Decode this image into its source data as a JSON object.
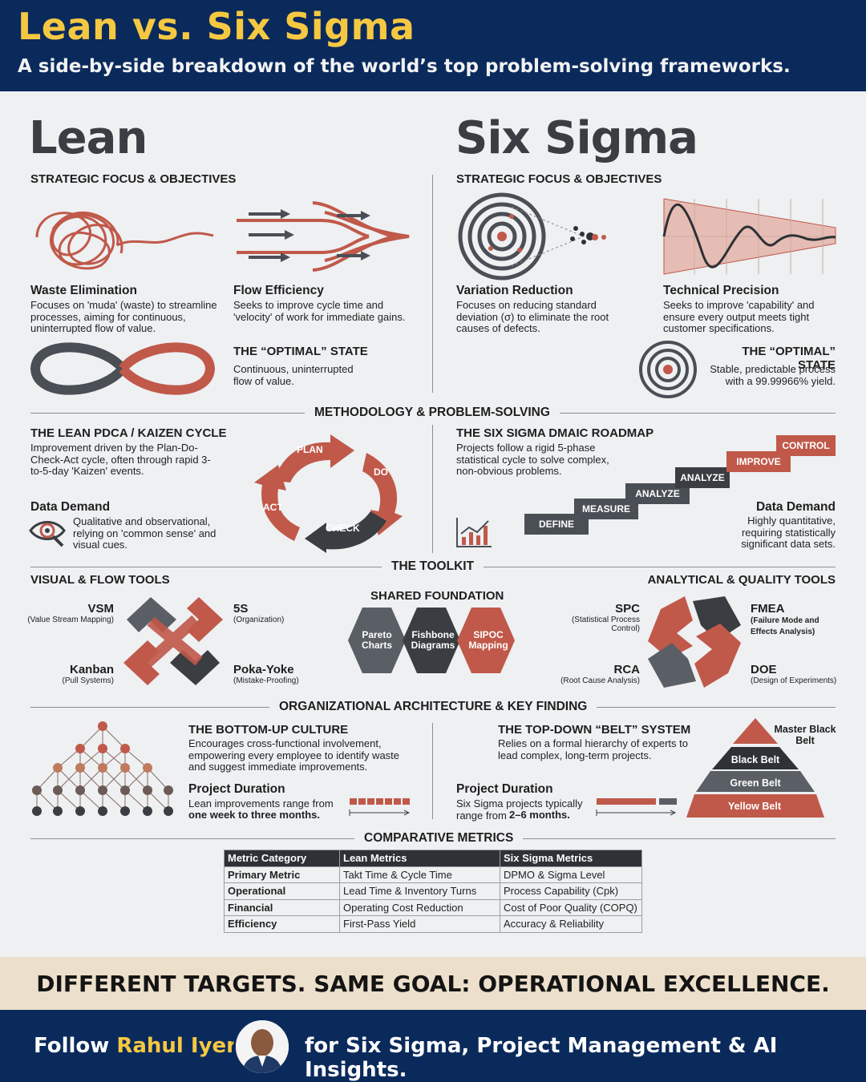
{
  "header": {
    "title": "Lean vs. Six Sigma",
    "subtitle": "A side-by-side breakdown of the world’s top problem-solving frameworks."
  },
  "lean": {
    "title": "Lean",
    "focus_heading": "STRATEGIC FOCUS & OBJECTIVES",
    "waste": {
      "title": "Waste Elimination",
      "text": "Focuses on 'muda' (waste) to streamline processes, aiming for continuous, uninterrupted flow of value."
    },
    "flow": {
      "title": "Flow Efficiency",
      "text": "Seeks to improve cycle time and 'velocity' of work for immediate gains."
    },
    "optimal": {
      "title": "THE “OPTIMAL” STATE",
      "text": "Continuous, uninterrupted flow of value."
    }
  },
  "sigma": {
    "title": "Six Sigma",
    "focus_heading": "STRATEGIC FOCUS & OBJECTIVES",
    "variation": {
      "title": "Variation Reduction",
      "text": "Focuses on reducing standard deviation (σ) to eliminate the root causes of defects."
    },
    "precision": {
      "title": "Technical Precision",
      "text": "Seeks to improve 'capability' and ensure every output meets tight customer specifications."
    },
    "optimal": {
      "title": "THE “OPTIMAL” STATE",
      "text": "Stable, predictable process with a 99.99966% yield."
    }
  },
  "methodology": {
    "heading": "METHODOLOGY & PROBLEM-SOLVING",
    "pdca": {
      "title": "THE LEAN PDCA / KAIZEN CYCLE",
      "text": "Improvement driven by the Plan-Do-Check-Act cycle, often through rapid 3-to-5-day 'Kaizen' events.",
      "labels": [
        "PLAN",
        "DO",
        "CHECK",
        "ACT"
      ]
    },
    "lean_data": {
      "title": "Data Demand",
      "text": "Qualitative and observational, relying on 'common sense' and visual cues."
    },
    "dmaic": {
      "title": "THE SIX SIGMA DMAIC ROADMAP",
      "text": "Projects follow a rigid 5-phase statistical cycle to solve complex, non-obvious problems.",
      "steps": [
        "DEFINE",
        "MEASURE",
        "ANALYZE",
        "ANALYZE",
        "IMPROVE",
        "CONTROL"
      ]
    },
    "sigma_data": {
      "title": "Data Demand",
      "text": "Highly quantitative, requiring statistically significant data sets."
    }
  },
  "toolkit": {
    "heading": "THE TOOLKIT",
    "visual_heading": "VISUAL & FLOW TOOLS",
    "analytical_heading": "ANALYTICAL & QUALITY TOOLS",
    "shared_heading": "SHARED FOUNDATION",
    "lean_tools": [
      {
        "name": "VSM",
        "sub": "(Value Stream Mapping)"
      },
      {
        "name": "5S",
        "sub": "(Organization)"
      },
      {
        "name": "Kanban",
        "sub": "(Pull Systems)"
      },
      {
        "name": "Poka-Yoke",
        "sub": "(Mistake-Proofing)"
      }
    ],
    "shared": [
      "Pareto Charts",
      "Fishbone Diagrams",
      "SIPOC Mapping"
    ],
    "sigma_tools": [
      {
        "name": "SPC",
        "sub": "(Statistical Process Control)"
      },
      {
        "name": "FMEA",
        "sub": "(Failure Mode and Effects Analysis)"
      },
      {
        "name": "RCA",
        "sub": "(Root Cause Analysis)"
      },
      {
        "name": "DOE",
        "sub": "(Design of Experiments)"
      }
    ]
  },
  "org": {
    "heading": "ORGANIZATIONAL ARCHITECTURE & KEY FINDING",
    "lean_culture": {
      "title": "THE BOTTOM-UP CULTURE",
      "text": "Encourages cross-functional involvement, empowering every employee to identify waste and suggest immediate improvements."
    },
    "lean_duration": {
      "title": "Project Duration",
      "text": "Lean improvements range from",
      "bold": "one week to three months."
    },
    "sigma_culture": {
      "title": "THE TOP-DOWN “BELT” SYSTEM",
      "text": "Relies on a formal hierarchy of experts to lead complex, long-term projects."
    },
    "sigma_duration": {
      "title": "Project Duration",
      "text": "Six Sigma projects typically range from",
      "bold": "2–6 months."
    },
    "belts": [
      "Master Black Belt",
      "Black Belt",
      "Green Belt",
      "Yellow Belt"
    ]
  },
  "metrics": {
    "heading": "COMPARATIVE METRICS",
    "columns": [
      "Metric Category",
      "Lean Metrics",
      "Six Sigma Metrics"
    ],
    "rows": [
      [
        "Primary Metric",
        "Takt Time & Cycle Time",
        "DPMO & Sigma Level"
      ],
      [
        "Operational",
        "Lead Time & Inventory Turns",
        "Process Capability (Cpk)"
      ],
      [
        "Financial",
        "Operating Cost Reduction",
        "Cost of Poor Quality (COPQ)"
      ],
      [
        "Efficiency",
        "First-Pass Yield",
        "Accuracy & Reliability"
      ]
    ]
  },
  "banner": "DIFFERENT TARGETS. SAME GOAL: OPERATIONAL EXCELLENCE.",
  "footer": {
    "follow": "Follow",
    "name": "Rahul Iyer",
    "tail": "for Six Sigma, Project Management & AI Insights."
  },
  "colors": {
    "navy": "#0b2a5c",
    "yellow": "#f5c842",
    "rust": "#c0594a",
    "slate": "#3a3d42",
    "cream": "#ece0cc"
  }
}
